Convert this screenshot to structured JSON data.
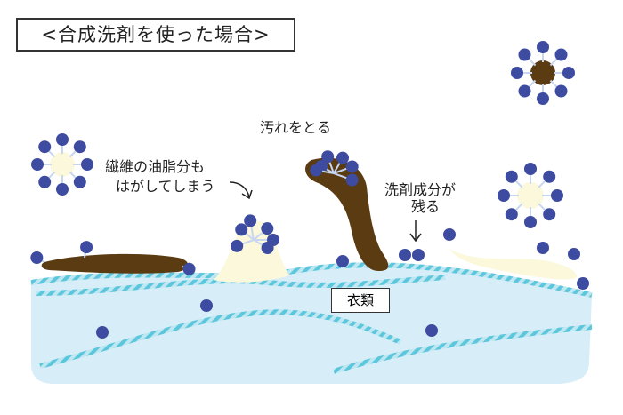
{
  "title": "<合成洗剤を使った場合>",
  "labels": {
    "remove_dirt": "汚れをとる",
    "strip_oil_line1": "繊維の油脂分も",
    "strip_oil_line2": "はがしてしまう",
    "residue_line1": "洗剤成分が",
    "residue_line2": "残る",
    "clothing": "衣類"
  },
  "colors": {
    "surfactant": "#3d4ba0",
    "dirt": "#5b3b12",
    "oil": "#fbf8dc",
    "cloth": "#d7eef8",
    "fiber": "#5cc6dc"
  }
}
